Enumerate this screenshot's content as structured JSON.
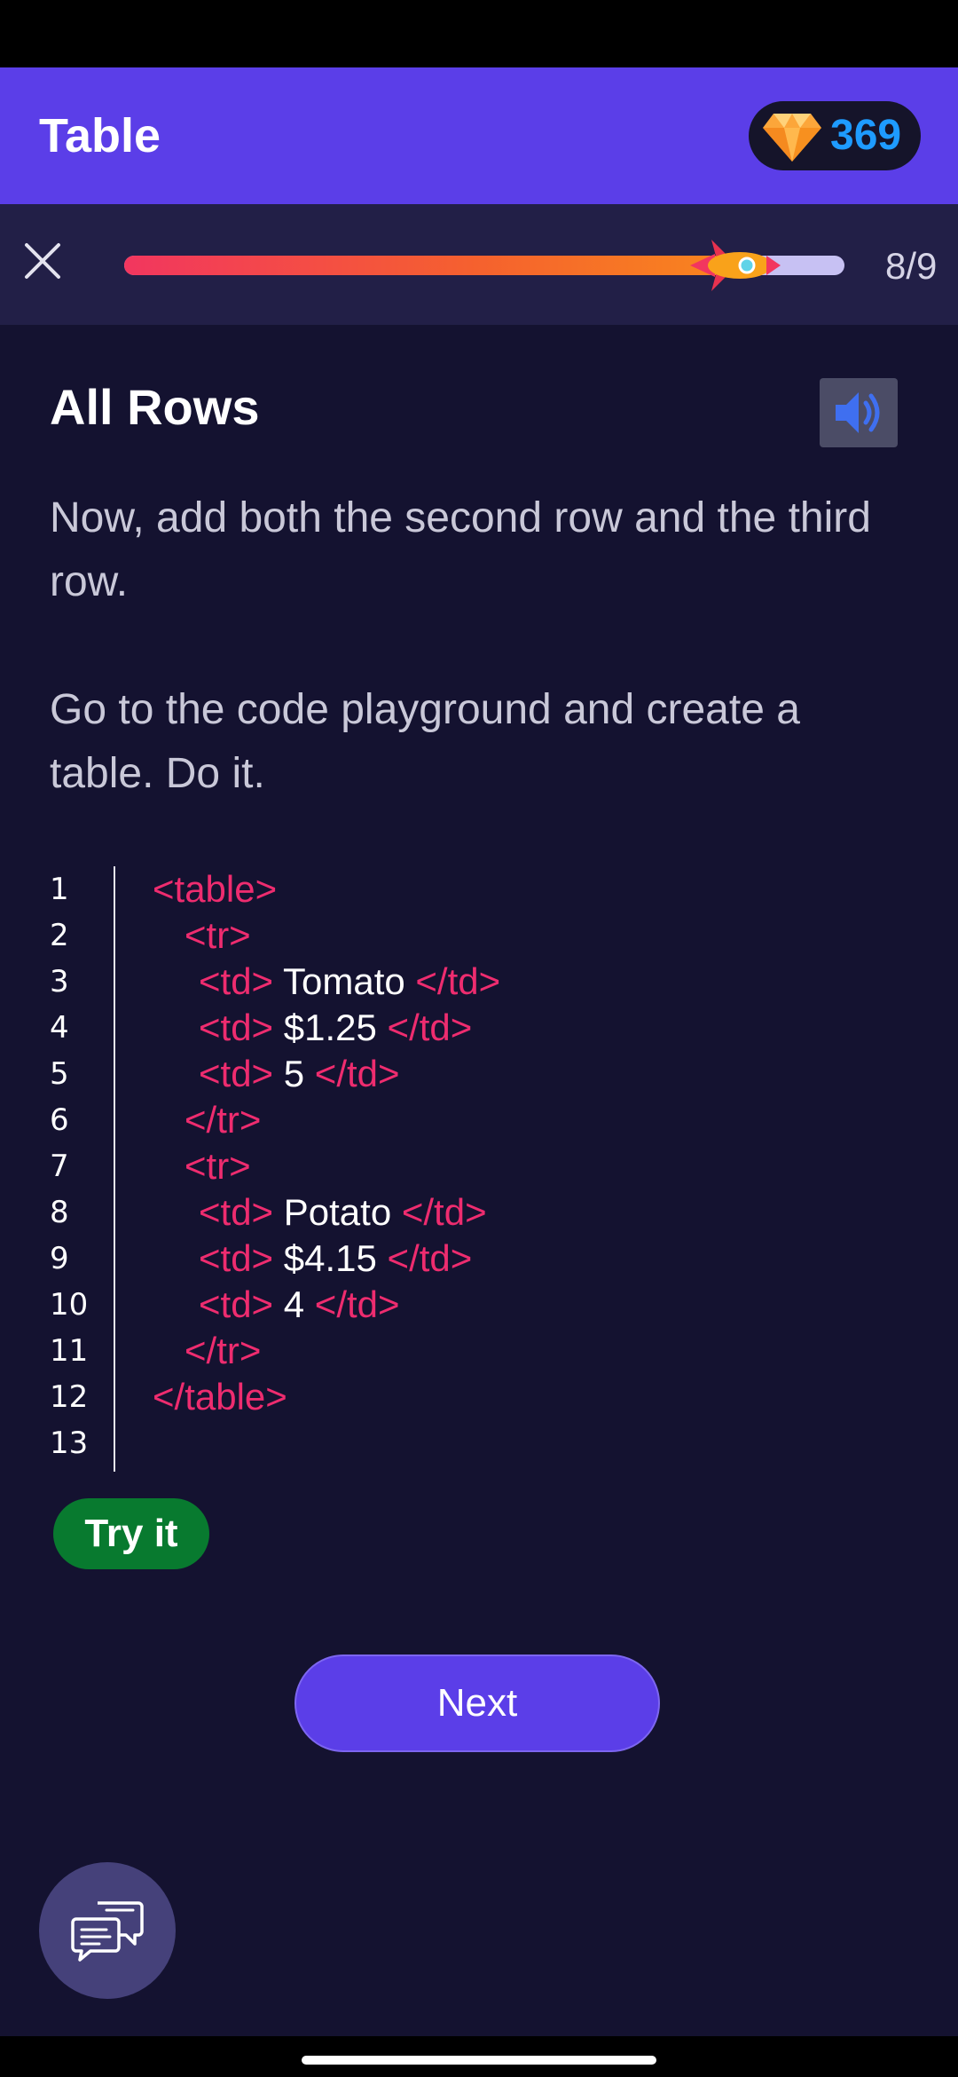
{
  "header": {
    "title": "Table",
    "gems": "369",
    "gem_icon": "diamond-icon"
  },
  "progress": {
    "current": 8,
    "total": 9,
    "label": "8/9",
    "fraction": 0.889,
    "close_icon": "close-icon",
    "marker_icon": "rocket-icon"
  },
  "lesson": {
    "title": "All Rows",
    "sound_icon": "speaker-icon",
    "paragraphs": [
      "Now, add both the second row and the third row.",
      "Go to the code playground and create a table. Do it."
    ]
  },
  "code": [
    {
      "num": "1",
      "indent": 2,
      "parts": [
        {
          "t": "tag",
          "s": "<table>"
        }
      ]
    },
    {
      "num": "2",
      "indent": 3,
      "parts": [
        {
          "t": "tag",
          "s": "<tr>"
        }
      ]
    },
    {
      "num": "3",
      "indent": 4,
      "parts": [
        {
          "t": "tag",
          "s": "<td>"
        },
        {
          "t": "val",
          "s": " Tomato "
        },
        {
          "t": "tag",
          "s": "</td>"
        }
      ]
    },
    {
      "num": "4",
      "indent": 4,
      "parts": [
        {
          "t": "tag",
          "s": "<td>"
        },
        {
          "t": "val",
          "s": " $1.25 "
        },
        {
          "t": "tag",
          "s": "</td>"
        }
      ]
    },
    {
      "num": "5",
      "indent": 4,
      "parts": [
        {
          "t": "tag",
          "s": "<td>"
        },
        {
          "t": "val",
          "s": " 5 "
        },
        {
          "t": "tag",
          "s": "</td>"
        }
      ]
    },
    {
      "num": "6",
      "indent": 3,
      "parts": [
        {
          "t": "tag",
          "s": "</tr>"
        }
      ]
    },
    {
      "num": "7",
      "indent": 3,
      "parts": [
        {
          "t": "tag",
          "s": "<tr>"
        }
      ]
    },
    {
      "num": "8",
      "indent": 4,
      "parts": [
        {
          "t": "tag",
          "s": "<td>"
        },
        {
          "t": "val",
          "s": " Potato "
        },
        {
          "t": "tag",
          "s": "</td>"
        }
      ]
    },
    {
      "num": "9",
      "indent": 4,
      "parts": [
        {
          "t": "tag",
          "s": "<td>"
        },
        {
          "t": "val",
          "s": " $4.15 "
        },
        {
          "t": "tag",
          "s": "</td>"
        }
      ]
    },
    {
      "num": "10",
      "indent": 4,
      "parts": [
        {
          "t": "tag",
          "s": "<td>"
        },
        {
          "t": "val",
          "s": " 4 "
        },
        {
          "t": "tag",
          "s": "</td>"
        }
      ]
    },
    {
      "num": "11",
      "indent": 3,
      "parts": [
        {
          "t": "tag",
          "s": "</tr>"
        }
      ]
    },
    {
      "num": "12",
      "indent": 2,
      "parts": [
        {
          "t": "tag",
          "s": "</table>"
        }
      ]
    },
    {
      "num": "13",
      "indent": 2,
      "parts": []
    }
  ],
  "actions": {
    "try_label": "Try it",
    "next_label": "Next",
    "chat_icon": "chat-bubbles-icon"
  },
  "colors": {
    "header_bg": "#5b3ee8",
    "page_bg": "#141230",
    "tag": "#ee2c6f",
    "try_bg": "#087a2f",
    "gem_count": "#1e9bff"
  }
}
